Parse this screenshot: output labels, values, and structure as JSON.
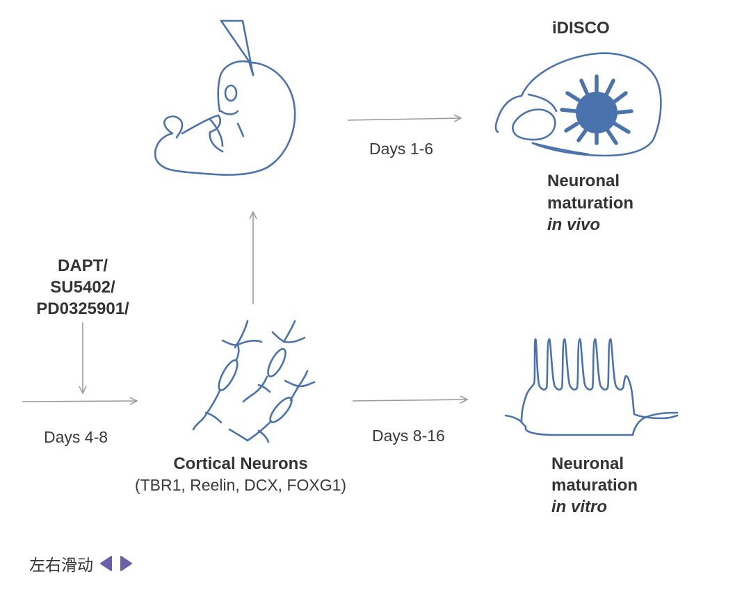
{
  "diagram": {
    "nodes": {
      "idisco": "iDISCO",
      "days_1_6": "Days 1-6",
      "vivo_line1": "Neuronal",
      "vivo_line2": "maturation",
      "vivo_line3": "in vivo",
      "dapt": "DAPT/",
      "su5402": "SU5402/",
      "pd0325901": "PD0325901/",
      "days_4_8": "Days 4-8",
      "cortical_title": "Cortical Neurons",
      "cortical_markers": "(TBR1, Reelin, DCX, FOXG1)",
      "days_8_16": "Days 8-16",
      "vitro_line1": "Neuronal",
      "vitro_line2": "maturation",
      "vitro_line3": "in vitro"
    },
    "colors": {
      "illustration_stroke": "#4a72ad",
      "tumor_fill": "#4a72ad",
      "arrow": "#9a9a9a",
      "text": "#333333",
      "scroll_arrows": "#6a60a8"
    }
  },
  "footer": {
    "scroll_hint": "左右滑动",
    "left_icon": "triangle-left-icon",
    "right_icon": "triangle-right-icon"
  }
}
